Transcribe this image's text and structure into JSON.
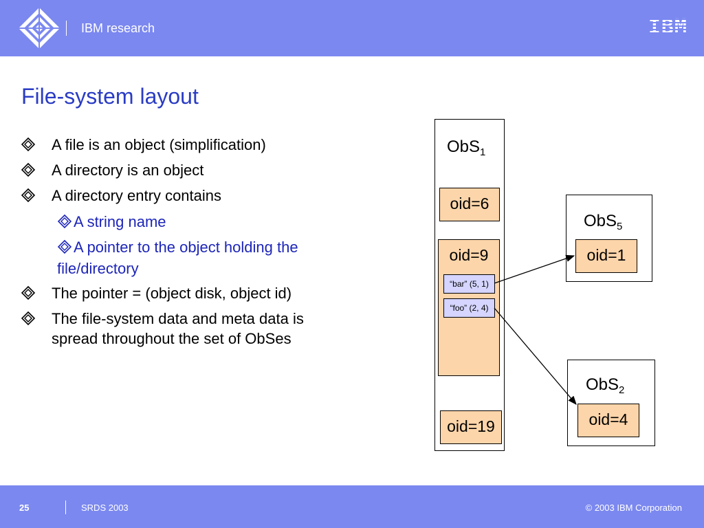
{
  "header": {
    "org_text": "IBM research",
    "brand_logo_text": "IBM"
  },
  "slide": {
    "title": "File-system layout",
    "bullets": [
      "A file is an object (simplification)",
      "A directory is an object",
      "A directory entry contains",
      "The pointer = (object disk, object id)",
      "The file-system data and meta data is spread throughout the set of ObSes"
    ],
    "sub_bullets": [
      "A string name",
      "A pointer to the object holding the file/directory"
    ]
  },
  "diagram": {
    "obs1": {
      "name": "ObS",
      "sub": "1"
    },
    "obs5": {
      "name": "ObS",
      "sub": "5"
    },
    "obs2": {
      "name": "ObS",
      "sub": "2"
    },
    "oid6": "oid=6",
    "oid9": "oid=9",
    "oid19": "oid=19",
    "oid1": "oid=1",
    "oid4": "oid=4",
    "entry_bar": "“bar” (5, 1)",
    "entry_foo": "“foo” (2, 4)"
  },
  "footer": {
    "page_number": "25",
    "conference": "SRDS 2003",
    "copyright": "© 2003 IBM Corporation"
  },
  "colors": {
    "bar": "#7b88f0",
    "title": "#2a3cc4",
    "sub_bullet": "#1d25b8",
    "object_fill": "#fdd5aa",
    "entry_fill": "#d5d5ff"
  }
}
